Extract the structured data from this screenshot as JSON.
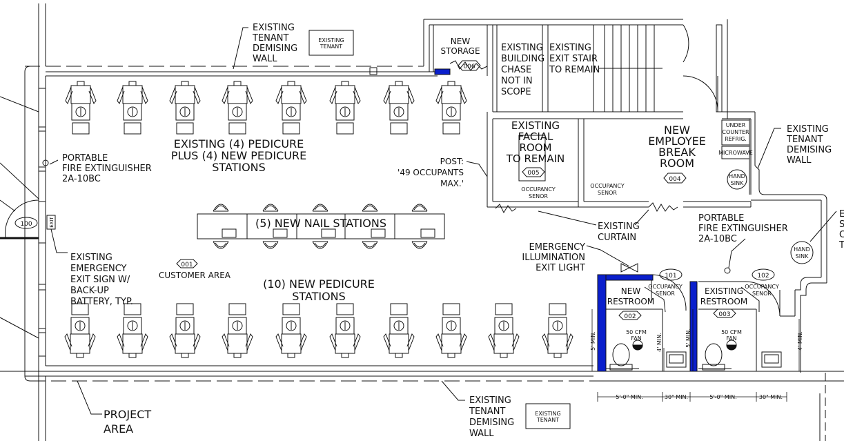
{
  "labels": {
    "existing_tenant_demising_wall_top": [
      "EXISTING",
      "TENANT",
      "DEMISING",
      "WALL"
    ],
    "existing_tenant_box_top": [
      "EXISTING",
      "TENANT"
    ],
    "new_storage": [
      "NEW",
      "STORAGE"
    ],
    "room_006": "006",
    "existing_building_chase": [
      "EXISTING",
      "BUILDING",
      "CHASE",
      "NOT IN",
      "SCOPE"
    ],
    "existing_exit_stair": [
      "EXISTING",
      "EXIT STAIR",
      "TO REMAIN"
    ],
    "existing_facial_room": [
      "EXISTING",
      "FACIAL",
      "ROOM",
      "TO REMAIN"
    ],
    "room_005": "005",
    "new_employee_break_room": [
      "NEW",
      "EMPLOYEE",
      "BREAK",
      "ROOM"
    ],
    "room_004": "004",
    "under_counter_refrig": [
      "UNDER",
      "COUNTER",
      "REFRIG."
    ],
    "microwave": "MICROWAVE",
    "hand_sink_break": [
      "HAND",
      "SINK"
    ],
    "existing_tenant_demising_wall_right": [
      "EXISTING",
      "TENANT",
      "DEMISING",
      "WALL"
    ],
    "pedicure_existing": [
      "EXISTING (4) PEDICURE",
      "PLUS (4) NEW PEDICURE",
      "STATIONS"
    ],
    "portable_extinguisher_left": [
      "PORTABLE",
      "FIRE EXTINGUISHER",
      "2A-10BC"
    ],
    "post_occupants": [
      "POST:",
      "'49 OCCUPANTS",
      "MAX.'"
    ],
    "occupancy_senor": [
      "OCCUPANCY",
      "SENOR"
    ],
    "occupancy_senor_break": [
      "OCCUPANCY",
      "SENOR"
    ],
    "room_100": "100",
    "exit_sign": "EXIT",
    "nail_stations": "(5) NEW NAIL STATIONS",
    "existing_curtain": [
      "EXISTING",
      "CURTAIN"
    ],
    "portable_extinguisher_right": [
      "PORTABLE",
      "FIRE EXTINGUISHER",
      "2A-10BC"
    ],
    "hand_sink_right": [
      "HAND",
      "SINK"
    ],
    "right_edge_partial": [
      "E",
      "S",
      "C",
      "T"
    ],
    "existing_emergency_exit_sign": [
      "EXISTING",
      "EMERGENCY",
      "EXIT SIGN W/",
      "BACK-UP",
      "BATTERY, TYP."
    ],
    "room_001": "001",
    "customer_area": "CUSTOMER AREA",
    "emergency_illumination": [
      "EMERGENCY",
      "ILLUMINATION",
      "EXIT LIGHT"
    ],
    "pedicure_new": [
      "(10) NEW PEDICURE",
      "STATIONS"
    ],
    "room_101": "101",
    "occupancy_senor_101": [
      "OCCUPANCY",
      "SENOR"
    ],
    "new_restroom": [
      "NEW",
      "RESTROOM"
    ],
    "room_002": "002",
    "room_102": "102",
    "occupancy_senor_102": [
      "OCCUPANCY",
      "SENOR"
    ],
    "existing_restroom": [
      "EXISTING",
      "RESTROOM"
    ],
    "room_003": "003",
    "fan_label": [
      "50 CFM",
      "FAN"
    ],
    "dim_5ft_min": "5' MIN.",
    "dim_4ft_min": "4' MIN.",
    "dim_5ft0_min": "5'-0\" MIN.",
    "dim_30_min": "30\" MIN.",
    "project_area": [
      "PROJECT",
      "AREA"
    ],
    "existing_tenant_demising_wall_bottom": [
      "EXISTING",
      "TENANT",
      "DEMISING",
      "WALL"
    ],
    "existing_tenant_box_bottom": [
      "EXISTING",
      "TENANT"
    ]
  },
  "colors": {
    "line": "#111111",
    "accent_wall": "#0a1fcc"
  }
}
